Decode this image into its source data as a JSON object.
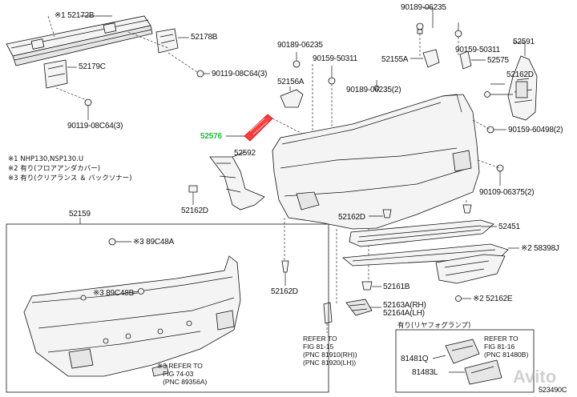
{
  "labels": {
    "p52172B": "※1 52172B",
    "p52178B": "52178B",
    "p52179C": "52179C",
    "p90119_08C64": "90119-08C64(3)",
    "p90119_08C64b": "90119-08C64(3)",
    "p90189_06235_top": "90189-06235",
    "p90159_50311_top": "90159-50311",
    "p52591": "52591",
    "p90189_06235_a": "90189-06235",
    "p90159_50311_b": "90159-50311",
    "p52155A": "52155A",
    "p52575": "52575",
    "p52162D_a": "52162D",
    "p52156A": "52156A",
    "p90189_06235_2": "90189-06235(2)",
    "p52576": "52576",
    "p90159_60498": "90159-60498(2)",
    "p52592": "52592",
    "p90109_06375": "90109-06375(2)",
    "p52162D_b": "52162D",
    "p52162D_c": "52162D",
    "p52451": "52451",
    "p52159": "52159",
    "p89C48A": "※3 89C48A",
    "p58398J": "※2 58398J",
    "p89C48B": "※3 89C48B",
    "p52162D_d": "52162D",
    "p52161B": "52161B",
    "p52162E": "※2 52162E",
    "p52163A": "52163A(RH)",
    "p52164A": "52164A(LH)",
    "p81481Q": "81481Q",
    "p81483L": "81483L",
    "p523490C": "523490C"
  },
  "notes": {
    "n1": "※1 NHP130,NSP130.U",
    "n2": "※2 有り(フロアアンダカバー)",
    "n3": "※3 有り(クリアランス ＆ バックソナー)"
  },
  "refs": {
    "r1": "※3 REFER TO\n   FIG 74-03\n   (PNC 89356A)",
    "r2": "REFER TO\nFIG 81-15\n(PNC 81910(RH))\n(PNC 81920(LH))",
    "r3": "REFER TO\nFIG 81-16\n(PNC 81480B)"
  },
  "inset_caption": "有り(リヤフォグランプ)",
  "watermark": "Avito",
  "colors": {
    "highlight": "#1fbf3a",
    "line": "#111111",
    "part_fill": "#f2f2f2"
  }
}
